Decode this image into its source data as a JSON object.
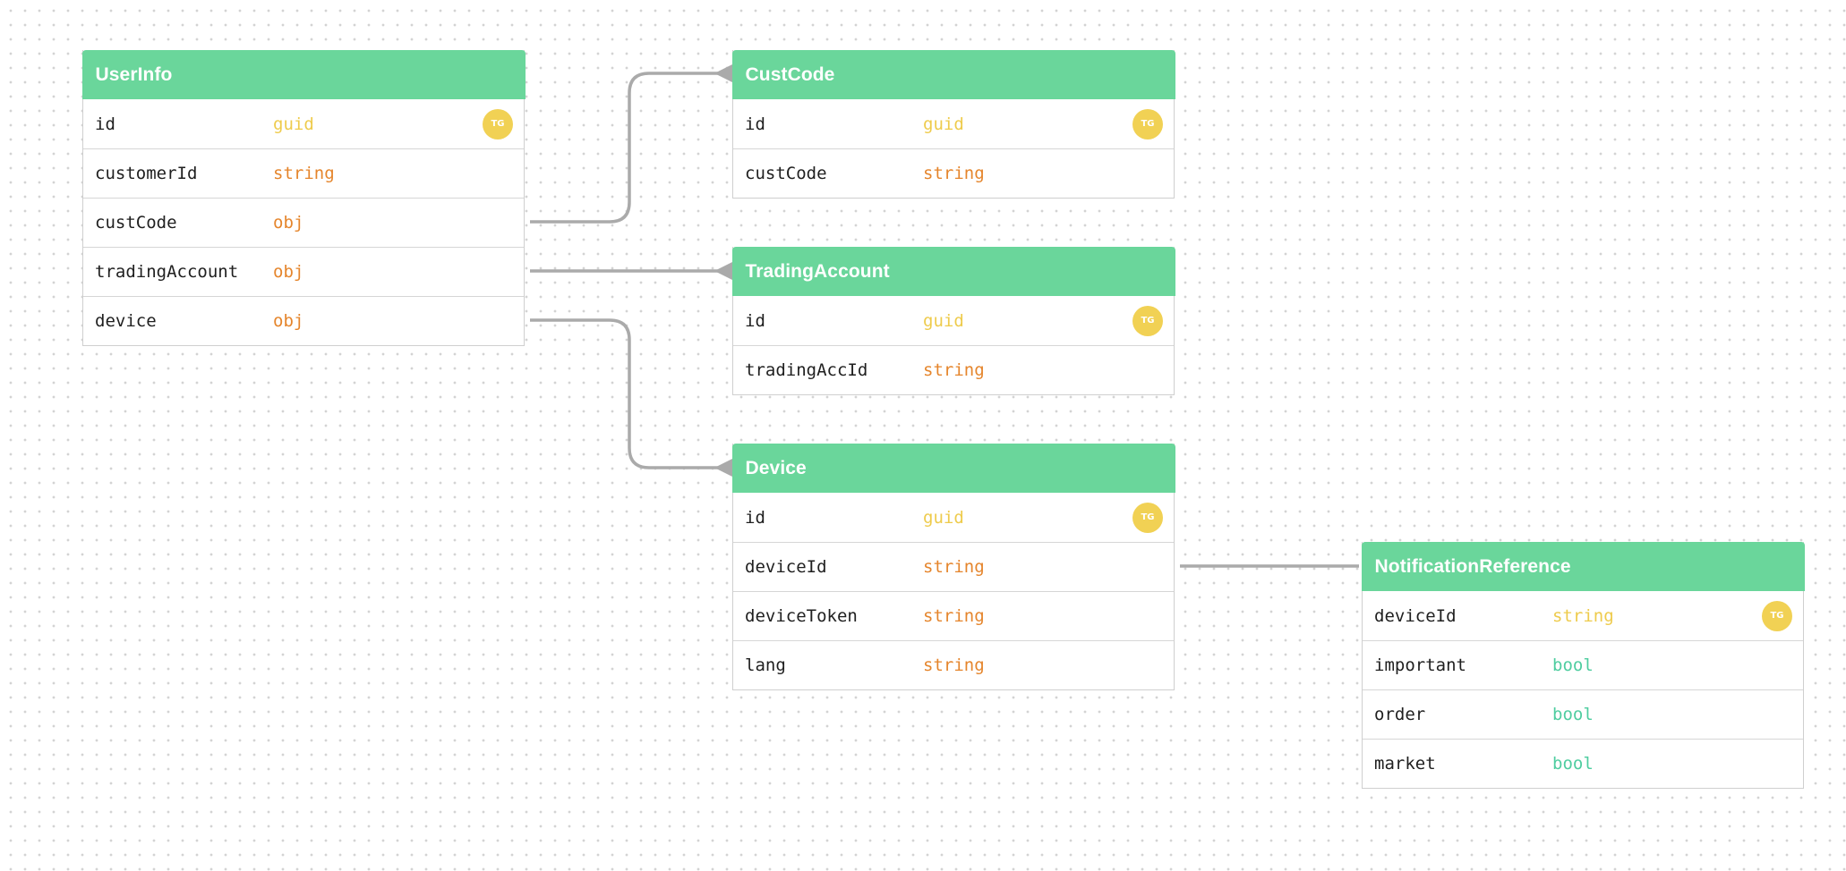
{
  "entities": {
    "userinfo": {
      "title": "UserInfo",
      "fields": [
        {
          "name": "id",
          "type": "guid",
          "badge": "TG"
        },
        {
          "name": "customerId",
          "type": "string"
        },
        {
          "name": "custCode",
          "type": "obj"
        },
        {
          "name": "tradingAccount",
          "type": "obj"
        },
        {
          "name": "device",
          "type": "obj"
        }
      ]
    },
    "custcode": {
      "title": "CustCode",
      "fields": [
        {
          "name": "id",
          "type": "guid",
          "badge": "TG"
        },
        {
          "name": "custCode",
          "type": "string"
        }
      ]
    },
    "tradingaccount": {
      "title": "TradingAccount",
      "fields": [
        {
          "name": "id",
          "type": "guid",
          "badge": "TG"
        },
        {
          "name": "tradingAccId",
          "type": "string"
        }
      ]
    },
    "device": {
      "title": "Device",
      "fields": [
        {
          "name": "id",
          "type": "guid",
          "badge": "TG"
        },
        {
          "name": "deviceId",
          "type": "string"
        },
        {
          "name": "deviceToken",
          "type": "string"
        },
        {
          "name": "lang",
          "type": "string"
        }
      ]
    },
    "notificationreference": {
      "title": "NotificationReference",
      "fields": [
        {
          "name": "deviceId",
          "type": "string",
          "badge": "TG"
        },
        {
          "name": "important",
          "type": "bool"
        },
        {
          "name": "order",
          "type": "bool"
        },
        {
          "name": "market",
          "type": "bool"
        }
      ]
    }
  },
  "relations": [
    {
      "from": "userinfo.custCode",
      "to": "custcode"
    },
    {
      "from": "userinfo.tradingAccount",
      "to": "tradingaccount"
    },
    {
      "from": "userinfo.device",
      "to": "device"
    },
    {
      "from": "device.deviceId",
      "to": "notificationreference"
    }
  ],
  "colors": {
    "header": "#6ad69b",
    "badge": "#f1d154",
    "guid": "#eecb4c",
    "string": "#e5852c",
    "obj": "#e5852c",
    "bool": "#4fcda0",
    "connector": "#aaaaaa"
  }
}
